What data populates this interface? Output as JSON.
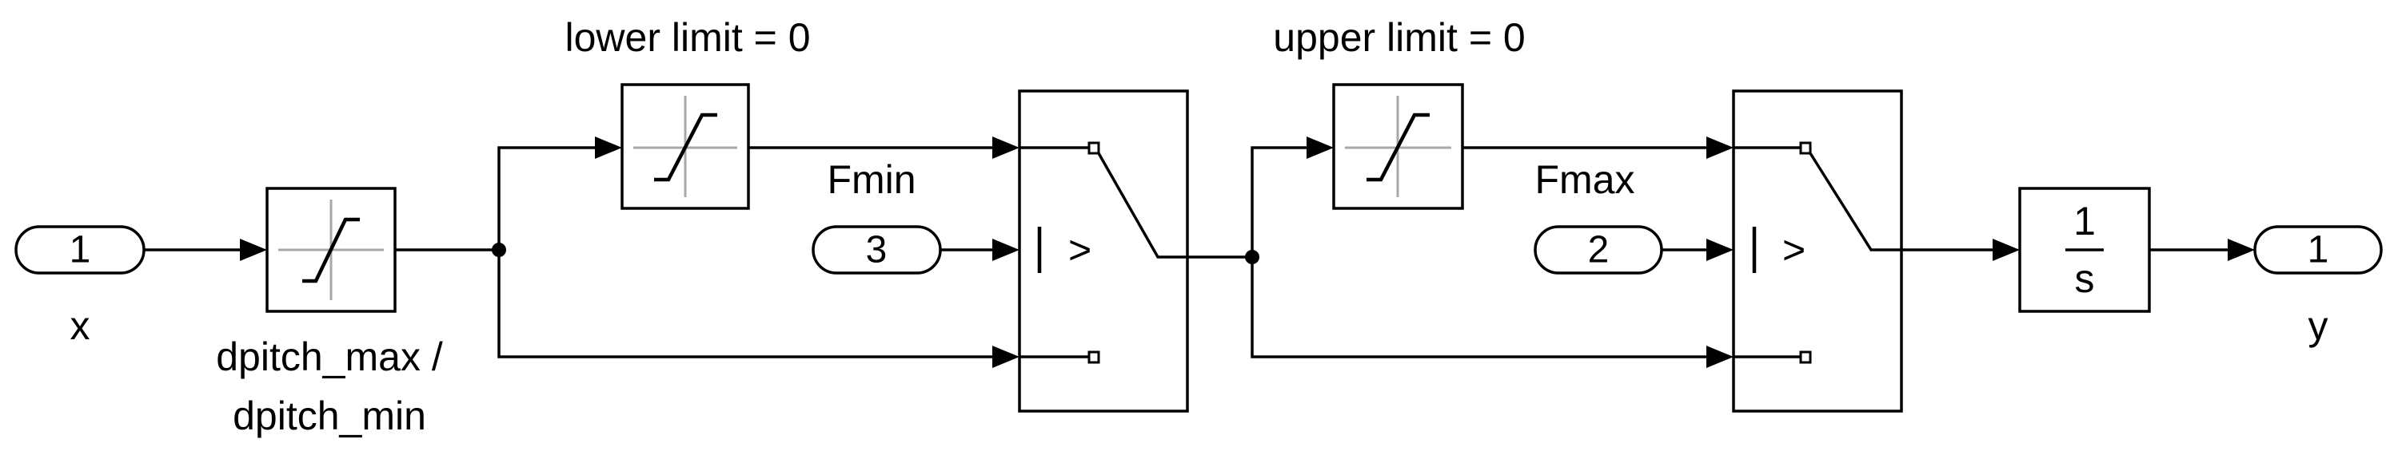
{
  "inports": {
    "x": {
      "number": "1",
      "label": "x"
    },
    "fmax": {
      "number": "2"
    },
    "fmin": {
      "number": "3"
    }
  },
  "outports": {
    "y": {
      "number": "1",
      "label": "y"
    }
  },
  "rate_limiter": {
    "label_line1": "dpitch_max /",
    "label_line2": "dpitch_min"
  },
  "saturation_lower": {
    "label": "lower limit = 0"
  },
  "saturation_upper": {
    "label": "upper limit = 0"
  },
  "signals": {
    "fmin": "Fmin",
    "fmax": "Fmax"
  },
  "switch_1": {
    "criteria": ">"
  },
  "switch_2": {
    "criteria": ">"
  },
  "integrator": {
    "numerator": "1",
    "denominator": "s"
  }
}
